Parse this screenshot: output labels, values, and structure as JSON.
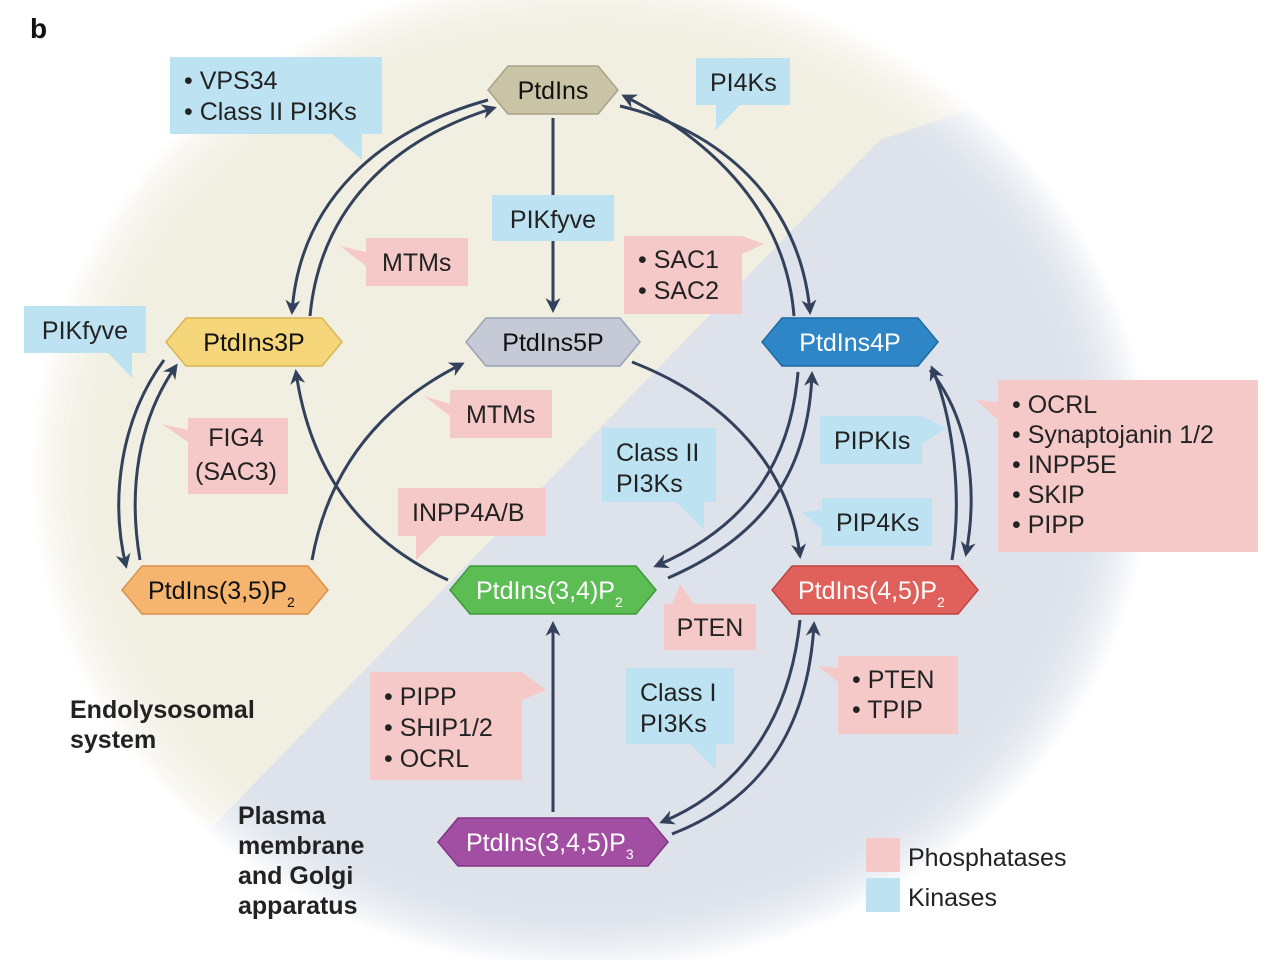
{
  "panel_letter": "b",
  "regions": {
    "endolysosomal": [
      "Endolysosomal",
      "system"
    ],
    "plasma": [
      "Plasma",
      "membrane",
      "and Golgi",
      "apparatus"
    ]
  },
  "nodes": {
    "ptdins": {
      "main": "PtdIns",
      "sub": ""
    },
    "ptdins3p": {
      "main": "PtdIns3P",
      "sub": ""
    },
    "ptdins5p": {
      "main": "PtdIns5P",
      "sub": ""
    },
    "ptdins4p": {
      "main": "PtdIns4P",
      "sub": ""
    },
    "ptdins35p2": {
      "main": "PtdIns(3,5)P",
      "sub": "2"
    },
    "ptdins34p2": {
      "main": "PtdIns(3,4)P",
      "sub": "2"
    },
    "ptdins45p2": {
      "main": "PtdIns(4,5)P",
      "sub": "2"
    },
    "ptdins345p3": {
      "main": "PtdIns(3,4,5)P",
      "sub": "3"
    }
  },
  "kinases": {
    "vps34": [
      "• VPS34",
      "• Class II PI3Ks"
    ],
    "pi4ks": [
      "PI4Ks"
    ],
    "pikfyve_center": [
      "PIKfyve"
    ],
    "pikfyve_left": [
      "PIKfyve"
    ],
    "class2_center": [
      "Class II",
      "PI3Ks"
    ],
    "pipkis": [
      "PIPKIs"
    ],
    "pip4ks": [
      "PIP4Ks"
    ],
    "class1": [
      "Class I",
      "PI3Ks"
    ]
  },
  "phosphatases": {
    "mtms_top": [
      "MTMs"
    ],
    "sac12": [
      "• SAC1",
      "• SAC2"
    ],
    "fig4": [
      "FIG4",
      "(SAC3)"
    ],
    "mtms_mid": [
      "MTMs"
    ],
    "inpp4": [
      "INPP4A/B"
    ],
    "ocrl_list": [
      "• OCRL",
      "• Synaptojanin 1/2",
      "• INPP5E",
      "• SKIP",
      "• PIPP"
    ],
    "pten_center": [
      "PTEN"
    ],
    "pipp_list": [
      "• PIPP",
      "• SHIP1/2",
      "• OCRL"
    ],
    "pten_tpip": [
      "• PTEN",
      "• TPIP"
    ]
  },
  "legend": {
    "phosphatases": "Phosphatases",
    "kinases": "Kinases"
  },
  "colors": {
    "kinase": "#bde3f3",
    "phosphatase": "#f6c9c9",
    "arrow": "#33415c",
    "endolysosomal_bg": "#f1efe2",
    "plasma_bg": "#dde2eb",
    "ptdins": "#c9c4a6",
    "ptdins3p": "#f5d67a",
    "ptdins5p": "#c5cad6",
    "ptdins4p": "#2f86c6",
    "ptdins35p2": "#f6b56f",
    "ptdins34p2": "#5cbd55",
    "ptdins45p2": "#e0605b",
    "ptdins345p3": "#a24ea2"
  }
}
